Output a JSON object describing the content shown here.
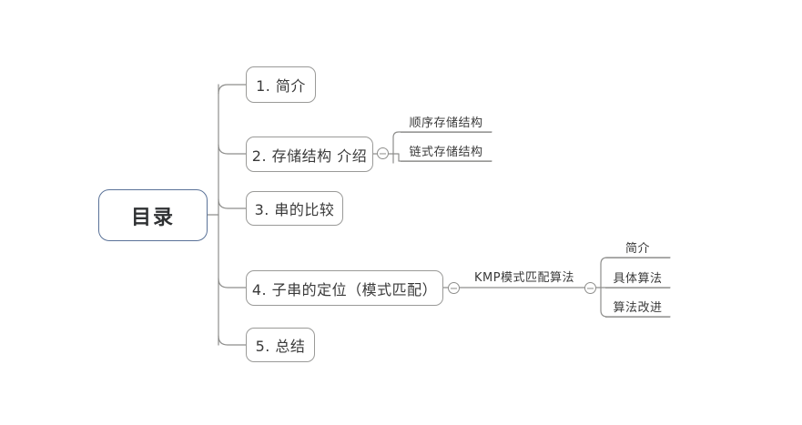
{
  "document": {
    "type": "mind-map",
    "background_color": "#ffffff",
    "root_border_color": "#5a7298",
    "node_border_color": "#9a9a98",
    "wire_color": "#8e8e8c",
    "text_color": "#3a3a3a"
  },
  "root": {
    "label": "目录"
  },
  "branches": [
    {
      "label": "1. 简介"
    },
    {
      "label": "2. 存储结构 介绍"
    },
    {
      "label": "3. 串的比较"
    },
    {
      "label": "4. 子串的定位（模式匹配）"
    },
    {
      "label": "5. 总结"
    }
  ],
  "storage_children": [
    {
      "label": "顺序存储结构"
    },
    {
      "label": "链式存储结构"
    }
  ],
  "pattern_match": {
    "label": "KMP模式匹配算法"
  },
  "kmp_children": [
    {
      "label": "简介"
    },
    {
      "label": "具体算法"
    },
    {
      "label": "算法改进"
    }
  ],
  "toggles": {
    "storage_toggle": "collapse-toggle-minus",
    "pattern_toggle": "collapse-toggle-minus",
    "kmp_toggle": "collapse-toggle-minus"
  }
}
